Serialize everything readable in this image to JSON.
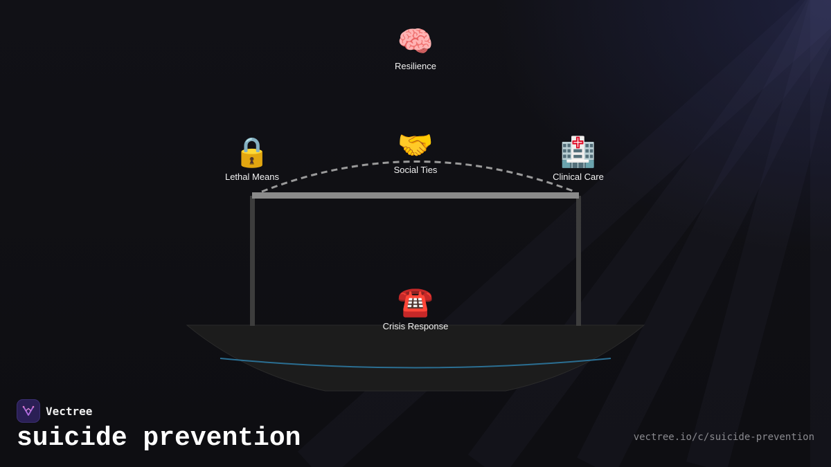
{
  "diagram": {
    "nodes": [
      {
        "id": "resilience",
        "label": "Resilience",
        "icon": "brain-icon",
        "glyph": "🧠"
      },
      {
        "id": "social-ties",
        "label": "Social Ties",
        "icon": "handshake-icon",
        "glyph": "🤝"
      },
      {
        "id": "lethal-means",
        "label": "Lethal Means",
        "icon": "lock-icon",
        "glyph": "🔒"
      },
      {
        "id": "clinical-care",
        "label": "Clinical Care",
        "icon": "hospital-icon",
        "glyph": "🏥"
      },
      {
        "id": "crisis-response",
        "label": "Crisis Response",
        "icon": "telephone-icon",
        "glyph": "☎️"
      }
    ],
    "colors": {
      "frame": "#3d3d3d",
      "crossbar": "#8a8a8a",
      "arc": "#9a9a9a",
      "base": "#1c1c1c",
      "water_line": "#2b6f93"
    }
  },
  "brand": {
    "name": "Vectree",
    "logo_icon": "vectree-logo-icon"
  },
  "footer": {
    "title": "suicide prevention",
    "url": "vectree.io/c/suicide-prevention"
  }
}
